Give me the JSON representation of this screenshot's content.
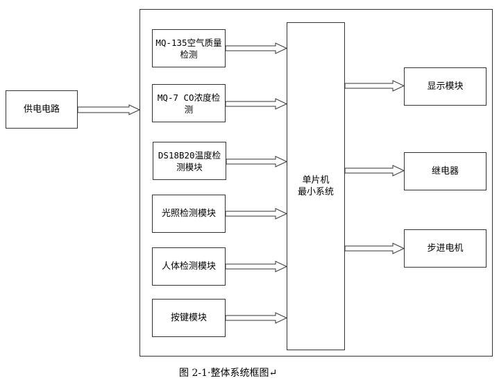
{
  "diagram": {
    "power": "供电电路",
    "mcu": [
      "单片机",
      "最小系统"
    ],
    "inputs": [
      [
        "MQ-135空气质量",
        "检测"
      ],
      [
        "MQ-7 CO浓度检",
        "测"
      ],
      [
        "DS18B20温度检",
        "测模块"
      ],
      [
        "光照检测模块"
      ],
      [
        "人体检测模块"
      ],
      [
        "按键模块"
      ]
    ],
    "outputs": [
      "显示模块",
      "继电器",
      "步进电机"
    ]
  },
  "caption": "图 2-1·整体系统框图↵"
}
